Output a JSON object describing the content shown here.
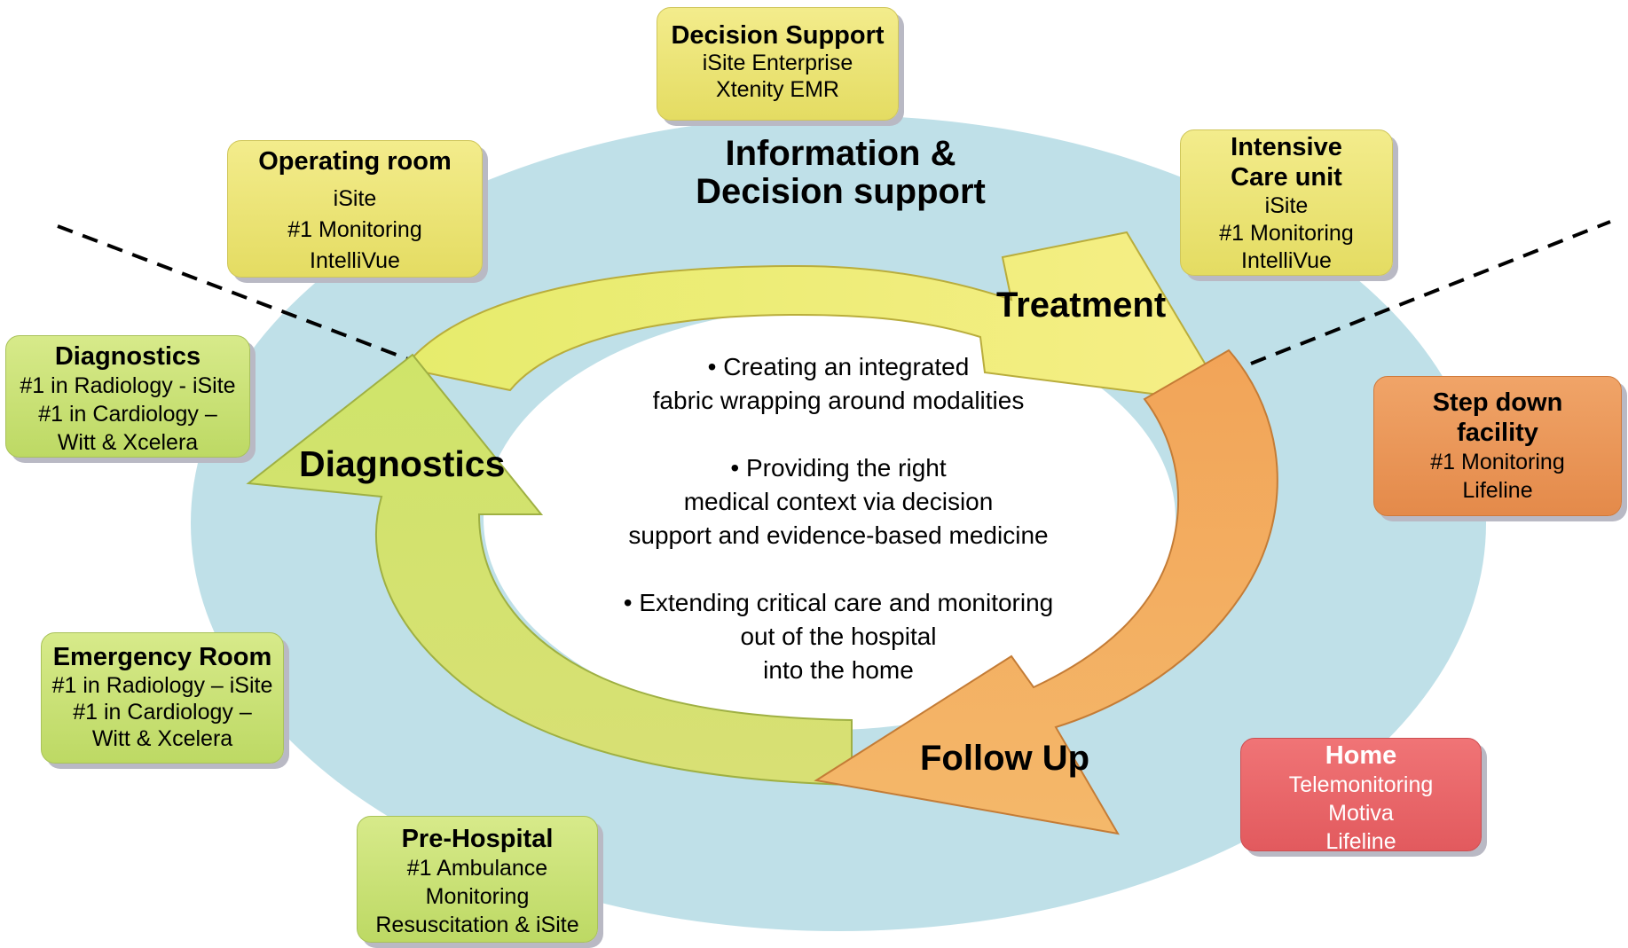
{
  "center_heading": [
    "Information &",
    "Decision support"
  ],
  "cycle_labels": {
    "diagnostics": "Diagnostics",
    "treatment": "Treatment",
    "follow_up": "Follow Up"
  },
  "center_bullets": [
    [
      "• Creating  an integrated",
      "fabric wrapping around modalities"
    ],
    [
      "• Providing the right",
      "medical context via decision",
      "support and evidence-based medicine"
    ],
    [
      "• Extending critical care and monitoring",
      "out of the hospital",
      "into the home"
    ]
  ],
  "boxes": {
    "decision_support": {
      "title": "Decision Support",
      "lines": [
        "iSite Enterprise",
        "Xtenity EMR"
      ]
    },
    "operating_room": {
      "title": "Operating room",
      "lines": [
        "iSite",
        "#1 Monitoring",
        "IntelliVue"
      ]
    },
    "icu": {
      "title": [
        "Intensive",
        "Care unit"
      ],
      "lines": [
        "iSite",
        "#1 Monitoring",
        "IntelliVue"
      ]
    },
    "diagnostics": {
      "title": "Diagnostics",
      "lines": [
        "#1 in Radiology - iSite",
        "#1 in Cardiology –",
        "Witt & Xcelera"
      ]
    },
    "step_down": {
      "title": [
        "Step down",
        "facility"
      ],
      "lines": [
        "#1 Monitoring",
        "Lifeline"
      ]
    },
    "emergency_room": {
      "title": "Emergency Room",
      "lines": [
        "#1 in Radiology – iSite",
        "#1 in Cardiology –",
        "Witt & Xcelera"
      ]
    },
    "home": {
      "title": "Home",
      "lines": [
        "Telemonitoring",
        "Motiva",
        "Lifeline"
      ]
    },
    "pre_hospital": {
      "title": "Pre-Hospital",
      "lines": [
        "#1 Ambulance",
        "Monitoring",
        "Resuscitation & iSite"
      ]
    }
  },
  "colors": {
    "ellipse": "#bfe0e8",
    "care_box_yellow": "#e9e170",
    "care_box_green": "#c6de70",
    "care_box_orange": "#ea9456",
    "care_box_red": "#e8666a",
    "arrow_yellow": "#f1ea78",
    "arrow_green": "#c9e068",
    "arrow_orange": "#f2a85c"
  }
}
